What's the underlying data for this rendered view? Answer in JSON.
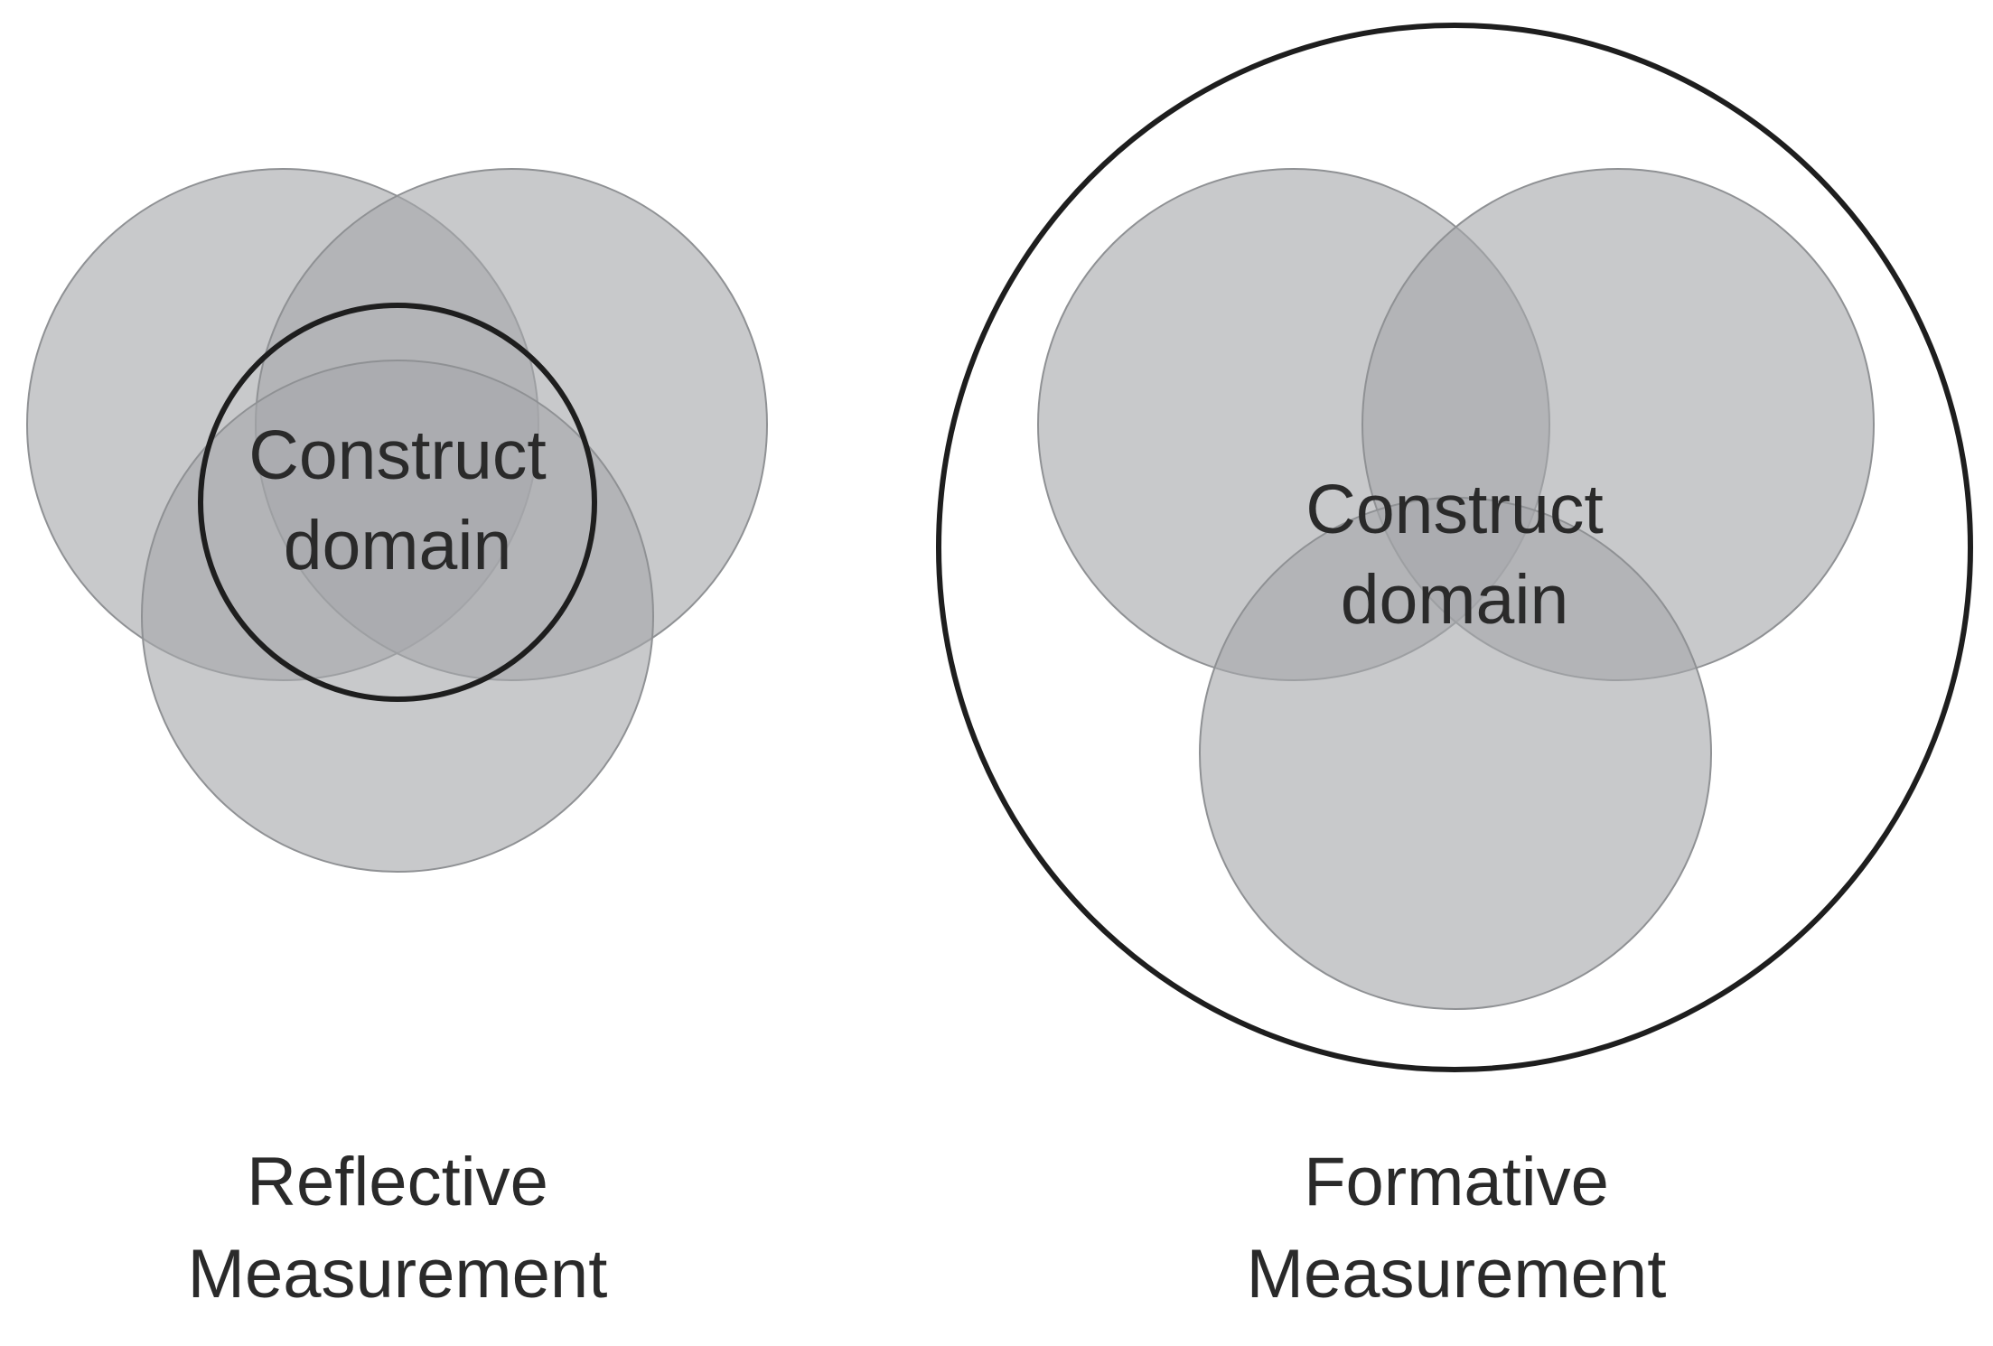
{
  "colors": {
    "indicator_fill": "#a6a8ab",
    "indicator_stroke": "#8f9194",
    "boundary": "#1e1e1e",
    "text": "#2a2a2a",
    "background": "#ffffff"
  },
  "panels": [
    {
      "id": "reflective",
      "domain_label": [
        "Construct",
        "domain"
      ],
      "caption": [
        "Reflective",
        "Measurement"
      ],
      "indicator_count": 3
    },
    {
      "id": "formative",
      "domain_label": [
        "Construct",
        "domain"
      ],
      "caption": [
        "Formative",
        "Measurement"
      ],
      "indicator_count": 3
    }
  ]
}
